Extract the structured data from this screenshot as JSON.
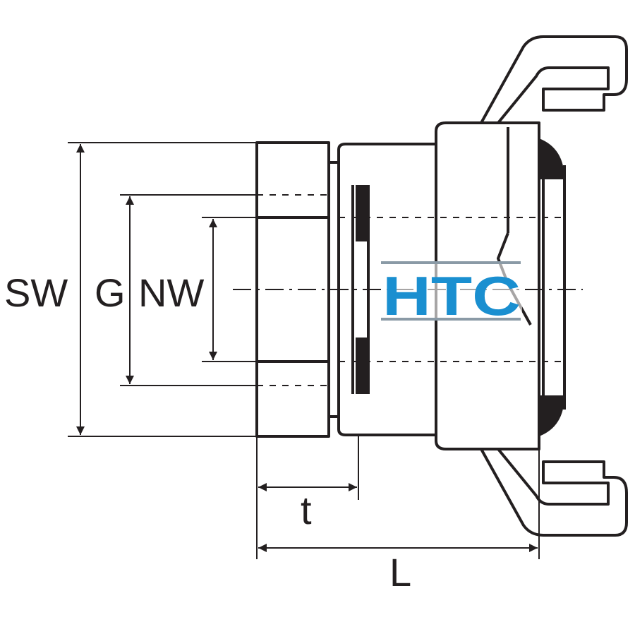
{
  "diagram": {
    "labels": {
      "sw": "SW",
      "g": "G",
      "nw": "NW",
      "t": "t",
      "l": "L"
    },
    "logo": {
      "text": "HTC",
      "color": "#1a8fd0",
      "line_color": "#8a9aa6"
    },
    "line_color": "#231f20"
  }
}
